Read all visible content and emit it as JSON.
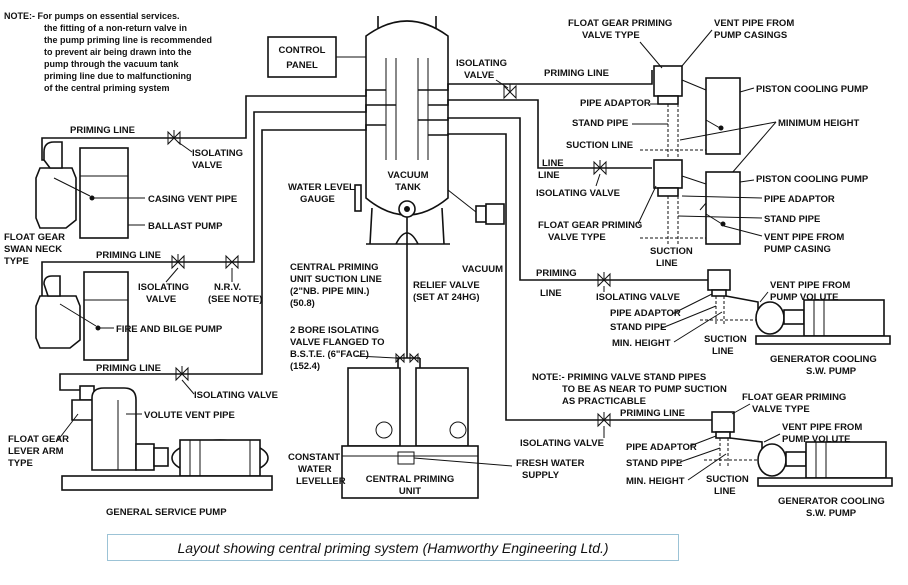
{
  "note_top": [
    "NOTE:- For pumps on essential services.",
    "the fitting of a non-return valve in",
    "the pump priming line is recommended",
    "to prevent air being drawn into the",
    "pump through the vacuum tank",
    "priming line due to malfunctioning",
    "of the central priming system"
  ],
  "note_bottom": [
    "NOTE:- PRIMING VALVE STAND PIPES",
    "TO BE AS NEAR TO PUMP SUCTION",
    "AS PRACTICABLE"
  ],
  "control_panel": [
    "CONTROL",
    "PANEL"
  ],
  "vacuum_tank": [
    "VACUUM",
    "TANK"
  ],
  "water_level_gauge": [
    "WATER LEVEL",
    "GAUGE"
  ],
  "vacuum_gauge": "VACUUM",
  "relief_valve": [
    "RELIEF VALVE",
    "(SET AT 24HG)"
  ],
  "suction_line_note": [
    "CENTRAL PRIMING",
    "UNIT SUCTION LINE",
    "(2\"NB. PIPE MIN.)",
    "(50.8)"
  ],
  "isolating_valve_note": [
    "2 BORE ISOLATING",
    "VALVE FLANGED TO",
    "B.S.T.E. (6\"FACE)",
    "(152.4)"
  ],
  "constant_water_leveller": [
    "CONSTANT",
    "WATER",
    "LEVELLER"
  ],
  "central_priming_unit": [
    "CENTRAL PRIMING",
    "UNIT"
  ],
  "fresh_water_supply": [
    "FRESH WATER",
    "SUPPLY"
  ],
  "general_service_pump": "GENERAL SERVICE PUMP",
  "labels": {
    "priming_line": "PRIMING LINE",
    "priming": "PRIMING",
    "line": "LINE",
    "isolating_valve": "ISOLATING VALVE",
    "isolating": "ISOLATING",
    "valve": "VALVE",
    "casing_vent_pipe": "CASING VENT PIPE",
    "ballast_pump": "BALLAST PUMP",
    "float_gear_swan_neck": [
      "FLOAT GEAR",
      "SWAN NECK",
      "TYPE"
    ],
    "nrv": [
      "N.R.V.",
      "(SEE NOTE)"
    ],
    "fire_and_bilge_pump": "FIRE AND BILGE PUMP",
    "volute_vent_pipe": "VOLUTE VENT PIPE",
    "float_gear_lever_arm": [
      "FLOAT GEAR",
      "LEVER ARM",
      "TYPE"
    ],
    "float_gear_priming_valve_type": [
      "FLOAT GEAR PRIMING",
      "VALVE TYPE"
    ],
    "vent_pipe_from_pump_casings": [
      "VENT PIPE FROM",
      "PUMP CASINGS"
    ],
    "piston_cooling_pump": "PISTON COOLING PUMP",
    "pipe_adaptor": "PIPE ADAPTOR",
    "stand_pipe": "STAND PIPE",
    "minimum_height": "MINIMUM HEIGHT",
    "suction_line": "SUCTION LINE",
    "suction": "SUCTION",
    "vent_pipe_from_pump_casing": [
      "VENT PIPE FROM",
      "PUMP CASING"
    ],
    "vent_pipe_from_pump_volute": [
      "VENT PIPE FROM",
      "PUMP VOLUTE"
    ],
    "stand_pipe_short": "STAND PIPE",
    "min_height": "MIN. HEIGHT",
    "generator_cooling_sw_pump": [
      "GENERATOR COOLING",
      "S.W. PUMP"
    ],
    "float_gear_valve_type": [
      "FLOAT GEAR PRIMING",
      "VALVE TYPE"
    ]
  },
  "caption": "Layout showing central priming system (Hamworthy Engineering Ltd.)"
}
